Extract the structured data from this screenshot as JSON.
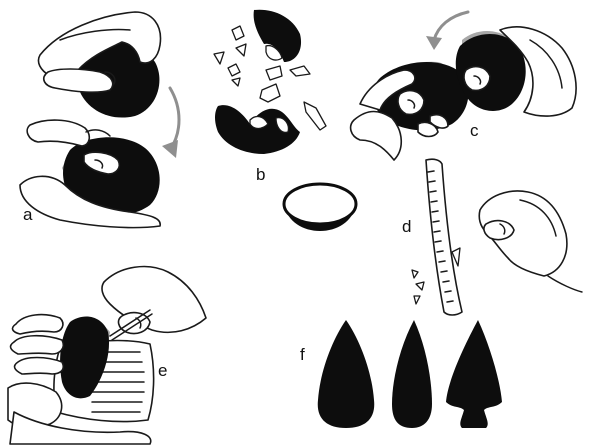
{
  "labels": {
    "a": "a",
    "b": "b",
    "c": "c",
    "d": "d",
    "e": "e",
    "f": "f"
  },
  "colors": {
    "stone": "#0d0d0d",
    "shading": "#a8a8a8",
    "arrow": "#8f8f8f",
    "outline": "#1a1a1a"
  }
}
